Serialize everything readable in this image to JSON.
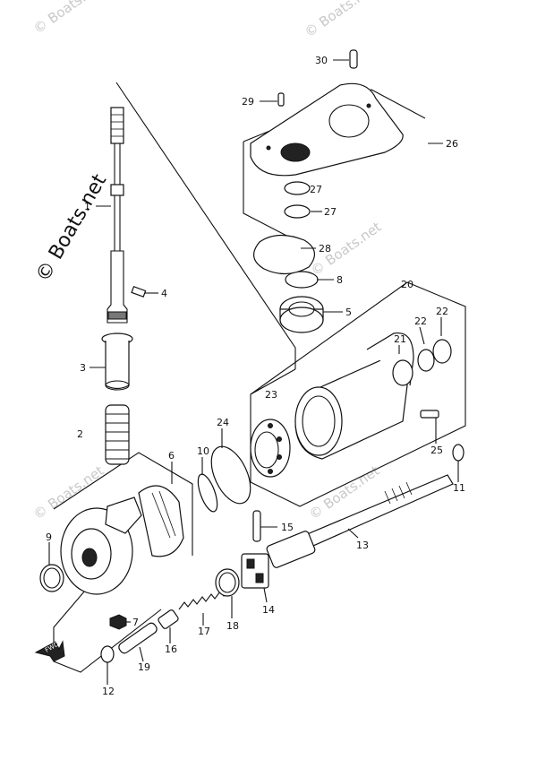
{
  "watermark_text": "© Boats.net",
  "copyright_text": "© Boats.net",
  "fwd_label": "FWD",
  "callouts": [
    {
      "id": "c30",
      "label": "30"
    },
    {
      "id": "c29",
      "label": "29"
    },
    {
      "id": "c26",
      "label": "26"
    },
    {
      "id": "c27a",
      "label": "27"
    },
    {
      "id": "c27b",
      "label": "27"
    },
    {
      "id": "c28",
      "label": "28"
    },
    {
      "id": "c8",
      "label": "8"
    },
    {
      "id": "c5",
      "label": "5"
    },
    {
      "id": "c20",
      "label": "20"
    },
    {
      "id": "c21",
      "label": "21"
    },
    {
      "id": "c22a",
      "label": "22"
    },
    {
      "id": "c22b",
      "label": "22"
    },
    {
      "id": "c23",
      "label": "23"
    },
    {
      "id": "c1",
      "label": "1"
    },
    {
      "id": "c4",
      "label": "4"
    },
    {
      "id": "c3",
      "label": "3"
    },
    {
      "id": "c2",
      "label": "2"
    },
    {
      "id": "c24",
      "label": "24"
    },
    {
      "id": "c10",
      "label": "10"
    },
    {
      "id": "c6",
      "label": "6"
    },
    {
      "id": "c25",
      "label": "25"
    },
    {
      "id": "c11",
      "label": "11"
    },
    {
      "id": "c9",
      "label": "9"
    },
    {
      "id": "c15",
      "label": "15"
    },
    {
      "id": "c13",
      "label": "13"
    },
    {
      "id": "c14",
      "label": "14"
    },
    {
      "id": "c18",
      "label": "18"
    },
    {
      "id": "c17",
      "label": "17"
    },
    {
      "id": "c7",
      "label": "7"
    },
    {
      "id": "c16",
      "label": "16"
    },
    {
      "id": "c19",
      "label": "19"
    },
    {
      "id": "c12",
      "label": "12"
    }
  ]
}
